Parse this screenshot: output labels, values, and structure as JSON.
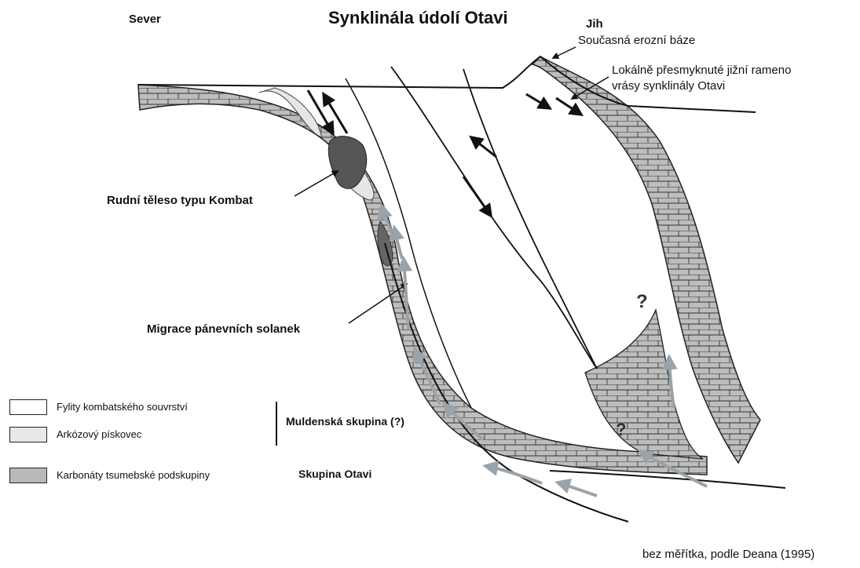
{
  "title": "Synklinála údolí Otavi",
  "north": "Sever",
  "south": "Jih",
  "labels": {
    "erosion_base": "Současná erozní báze",
    "thrust_line1": "Lokálně přesmyknuté jižní rameno",
    "thrust_line2": "vrásy synklinály Otavi",
    "ore_body": "Rudní těleso typu Kombat",
    "brine_migration": "Migrace pánevních solanek",
    "question": "?"
  },
  "legend": {
    "items": [
      {
        "label": "Fylity kombatského souvrství",
        "color": "#ffffff"
      },
      {
        "label": "Arkózový pískovec",
        "color": "#e8e8e8"
      },
      {
        "label": "Karbonáty tsumebské podskupiny",
        "color": "#b9b9b9"
      }
    ],
    "group1": "Muldenská skupina (?)",
    "group2": "Skupina Otavi"
  },
  "credit": "bez měřítka, podle Deana (1995)",
  "colors": {
    "carbonate": "#bdbdbd",
    "arkose": "#e6e6e6",
    "ore": "#555555",
    "arrow_gray": "#9aa3aa",
    "line": "#111111"
  }
}
